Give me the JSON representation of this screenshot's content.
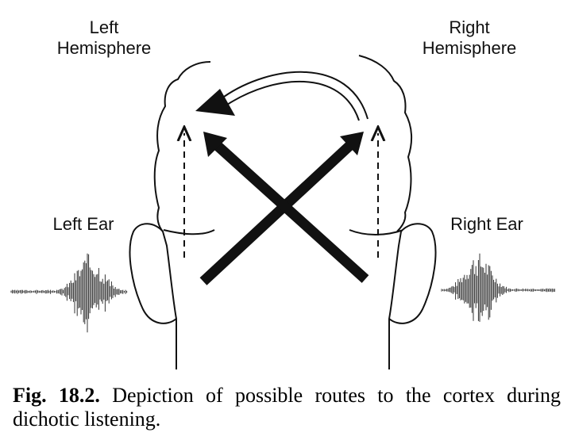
{
  "labels": {
    "left_hemisphere": [
      "Left",
      "Hemisphere"
    ],
    "right_hemisphere": [
      "Right",
      "Hemisphere"
    ],
    "left_ear": "Left Ear",
    "right_ear": "Right Ear"
  },
  "caption": {
    "figure_number": "Fig. 18.2.",
    "text": "Depiction of possible routes to the cortex during dichotic listening."
  },
  "colors": {
    "ink": "#111111",
    "waveform": "#333333"
  }
}
